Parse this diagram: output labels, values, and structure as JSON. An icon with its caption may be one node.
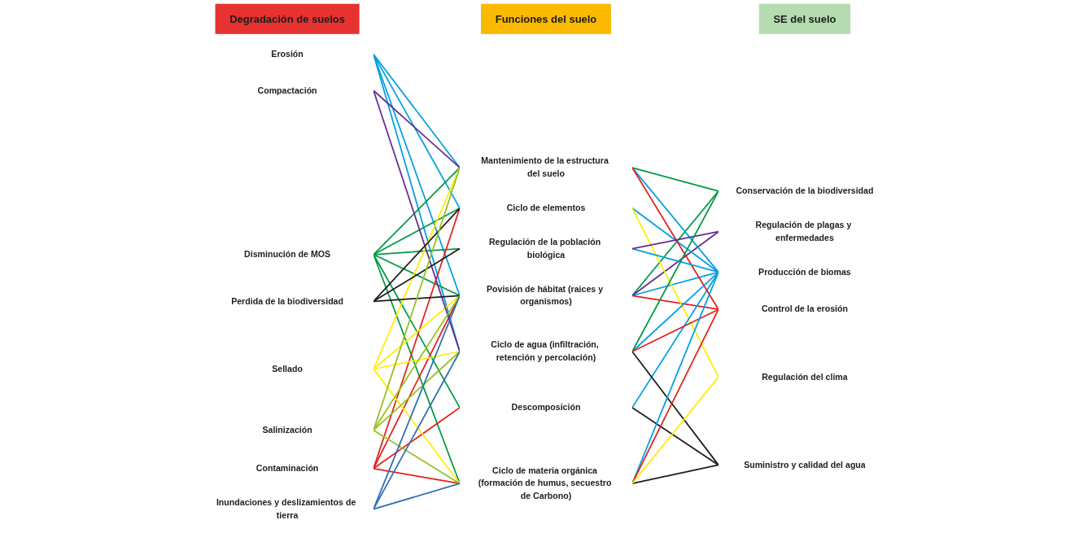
{
  "diagram": {
    "nodes": [
      {
        "text": [
          "Degradación de suelos"
        ]
      },
      {
        "text": [
          "Erosión"
        ]
      },
      {
        "text": [
          "Disminución de MOS"
        ]
      },
      {
        "text": [
          "Contaminación"
        ]
      },
      {
        "text": [
          "Sellado"
        ]
      },
      {
        "text": [
          "Compactación"
        ]
      },
      {
        "text": [
          "Perdida de la biodiversidad"
        ]
      },
      {
        "text": [
          "Salinización"
        ]
      },
      {
        "text": [
          "Inundaciones y deslizamientos de tierra"
        ]
      },
      {
        "text": [
          "Funciones del suelo"
        ]
      },
      {
        "text": [
          "Povisión de hábitat (raices y organismos)"
        ]
      },
      {
        "text": [
          "Ciclo de elementos"
        ]
      },
      {
        "text": [
          "Descomposición"
        ]
      },
      {
        "text": [
          "Mantenimiento de la estructura del suelo"
        ]
      },
      {
        "text": [
          "Regulación de la población biológica"
        ]
      },
      {
        "text": [
          "Ciclo de agua (infiltración, retención y percolación)"
        ]
      },
      {
        "text": [
          "Ciclo de materia orgánica (formación de humus, secuestro de Carbono)"
        ]
      },
      {
        "text": [
          "SE del suelo"
        ]
      },
      {
        "text": [
          "Producción de biomas"
        ]
      },
      {
        "text": [
          "Conservación de la biodiversidad"
        ]
      },
      {
        "text": [
          "Control de la erosión"
        ]
      },
      {
        "text": [
          "Regulación de plagas y enfermedades"
        ]
      },
      {
        "text": [
          "Suministro y calidad del agua"
        ]
      },
      {
        "text": [
          "Regulación del clima"
        ]
      }
    ],
    "edges": [
      {
        "from": 1,
        "to": 10,
        "arrow": "none"
      },
      {
        "from": 1,
        "to": 11,
        "arrow": "none"
      },
      {
        "from": 1,
        "to": 13,
        "arrow": "none"
      },
      {
        "from": 1,
        "to": 15,
        "arrow": "none"
      },
      {
        "from": 2,
        "to": 10,
        "arrow": "none",
        "color": "#009a44"
      },
      {
        "from": 2,
        "to": 11,
        "arrow": "none",
        "color": "#009a44"
      },
      {
        "from": 2,
        "to": 12,
        "arrow": "none",
        "color": "#009a44"
      },
      {
        "from": 2,
        "to": 13,
        "arrow": "none",
        "color": "#009a44"
      },
      {
        "from": 2,
        "to": 14,
        "arrow": "none",
        "color": "#009a44"
      },
      {
        "from": 2,
        "to": 16,
        "arrow": "none",
        "color": "#009a44"
      },
      {
        "from": 3,
        "to": 10,
        "arrow": "none",
        "color": "#e3201b"
      },
      {
        "from": 3,
        "to": 11,
        "arrow": "none",
        "color": "#e3201b"
      },
      {
        "from": 3,
        "to": 12,
        "arrow": "none",
        "color": "#e3201b"
      },
      {
        "from": 3,
        "to": 16,
        "arrow": "none",
        "color": "#e3201b"
      },
      {
        "from": 4,
        "to": 10,
        "arrow": "none",
        "color": "#ffed00"
      },
      {
        "from": 4,
        "to": 13,
        "arrow": "none",
        "color": "#ffed00"
      },
      {
        "from": 4,
        "to": 15,
        "arrow": "none",
        "color": "#ffed00"
      },
      {
        "from": 4,
        "to": 16,
        "arrow": "none",
        "color": "#ffed00"
      },
      {
        "from": 5,
        "to": 13,
        "arrow": "none",
        "color": "#662d91"
      },
      {
        "from": 5,
        "to": 15,
        "arrow": "none",
        "color": "#662d91"
      },
      {
        "from": 6,
        "to": 10,
        "arrow": "none",
        "color": "#1d1d1b"
      },
      {
        "from": 6,
        "to": 11,
        "arrow": "none",
        "color": "#1d1d1b"
      },
      {
        "from": 6,
        "to": 14,
        "arrow": "none",
        "color": "#1d1d1b"
      },
      {
        "from": 7,
        "to": 10,
        "arrow": "none",
        "color": "#95c11f"
      },
      {
        "from": 7,
        "to": 13,
        "arrow": "none",
        "color": "#95c11f"
      },
      {
        "from": 7,
        "to": 15,
        "arrow": "none",
        "color": "#95c11f"
      },
      {
        "from": 7,
        "to": 16,
        "arrow": "none",
        "color": "#95c11f"
      },
      {
        "from": 8,
        "to": 10,
        "arrow": "none",
        "color": "#2f6db5"
      },
      {
        "from": 8,
        "to": 15,
        "arrow": "none",
        "color": "#2f6db5"
      },
      {
        "from": 8,
        "to": 16,
        "arrow": "none",
        "color": "#2f6db5"
      },
      {
        "from": 10,
        "to": 18,
        "arrow": "none"
      },
      {
        "from": 10,
        "to": 19,
        "arrow": "none",
        "color": "#009a44"
      },
      {
        "from": 10,
        "to": 20,
        "arrow": "none",
        "color": "#e3201b"
      },
      {
        "from": 10,
        "to": 21,
        "arrow": "none",
        "color": "#662d91"
      },
      {
        "from": 11,
        "to": 18,
        "arrow": "none"
      },
      {
        "from": 11,
        "to": 23,
        "arrow": "none",
        "color": "#ffed00"
      },
      {
        "from": 12,
        "to": 18,
        "arrow": "none"
      },
      {
        "from": 12,
        "to": 22,
        "arrow": "none",
        "color": "#1d1d1b"
      },
      {
        "from": 13,
        "to": 18,
        "arrow": "none"
      },
      {
        "from": 13,
        "to": 19,
        "arrow": "none",
        "color": "#009a44"
      },
      {
        "from": 13,
        "to": 20,
        "arrow": "none",
        "color": "#e3201b"
      },
      {
        "from": 14,
        "to": 18,
        "arrow": "none"
      },
      {
        "from": 14,
        "to": 21,
        "arrow": "none",
        "color": "#662d91"
      },
      {
        "from": 15,
        "to": 18,
        "arrow": "none"
      },
      {
        "from": 15,
        "to": 19,
        "arrow": "none",
        "color": "#009a44"
      },
      {
        "from": 15,
        "to": 20,
        "arrow": "none",
        "color": "#e3201b"
      },
      {
        "from": 15,
        "to": 22,
        "arrow": "none",
        "color": "#1d1d1b"
      },
      {
        "from": 16,
        "to": 18,
        "arrow": "none"
      },
      {
        "from": 16,
        "to": 20,
        "arrow": "none",
        "color": "#e3201b"
      },
      {
        "from": 16,
        "to": 22,
        "arrow": "none",
        "color": "#1d1d1b"
      },
      {
        "from": 16,
        "to": 23,
        "arrow": "none",
        "color": "#ffed00"
      }
    ]
  }
}
